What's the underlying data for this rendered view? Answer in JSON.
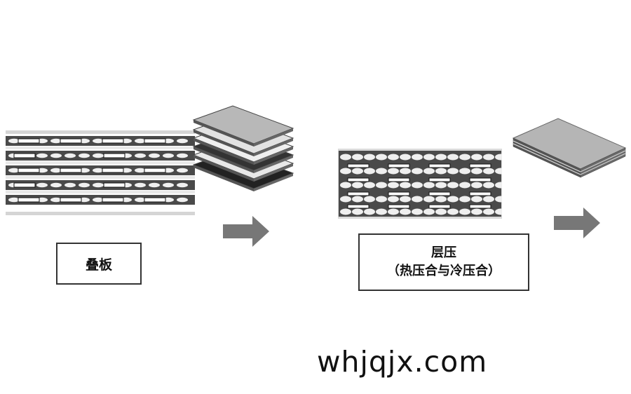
{
  "stacking": {
    "label": "叠板"
  },
  "lamination": {
    "line1": "层压",
    "line2": "（热压合与冷压合）"
  },
  "watermark": "whjqjx.com",
  "colors": {
    "layer_dark": "#4a4a4a",
    "layer_light": "#e6e6e6",
    "pad_fill": "#f2f2f2",
    "arrow": "#777777",
    "sheet_top": "#b8b8b8"
  }
}
